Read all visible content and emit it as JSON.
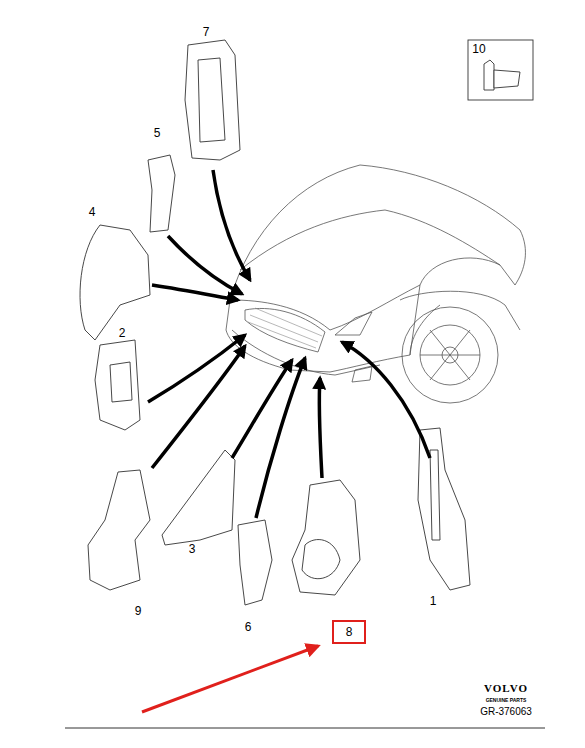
{
  "diagram": {
    "nodes": [
      {
        "text": [
          "8"
        ]
      }
    ],
    "labels": [
      "7",
      "10",
      "5",
      "4",
      "2",
      "3",
      "9",
      "6",
      "1",
      "VOLVO",
      "GENUINE PARTS",
      "GR-376063"
    ]
  }
}
